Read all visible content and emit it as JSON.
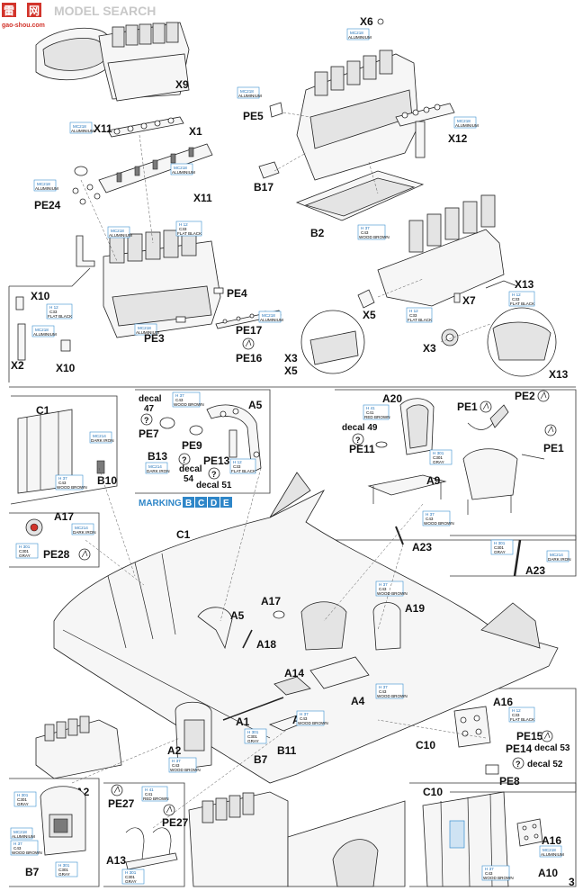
{
  "watermark": {
    "logo_left": "雷",
    "logo_right": "网",
    "text": "MODEL SEARCH",
    "site": "gao-shou.com"
  },
  "page_number": "3",
  "marking_label": "MARKING",
  "marking_letters": [
    "B",
    "C",
    "D",
    "E"
  ],
  "paint": {
    "mc218": {
      "code": "MC218",
      "name": "ALUMINIUM"
    },
    "mc214": {
      "code": "MC214",
      "name": "DARK IRON"
    },
    "h12": {
      "code": "H 12",
      "code2": "C33",
      "name": "FLAT BLACK"
    },
    "h37": {
      "code": "H 37",
      "code2": "C43",
      "name": "WOOD BROWN"
    },
    "h41": {
      "code": "H 41",
      "code2": "C41",
      "name": "RED BROWN"
    },
    "h301": {
      "code": "H 301",
      "code2": "C301",
      "name": "GRAY"
    }
  },
  "labels": {
    "x6": "X6",
    "x9": "X9",
    "x11a": "X11",
    "x1": "X1",
    "x11b": "X11",
    "pe24": "PE24",
    "pe5": "PE5",
    "x12": "X12",
    "b17": "B17",
    "b2": "B2",
    "x10a": "X10",
    "x2": "X2",
    "x10b": "X10",
    "pe4": "PE4",
    "pe3": "PE3",
    "pe17": "PE17",
    "pe16": "PE16",
    "x5a": "X5",
    "x7": "X7",
    "x13a": "X13",
    "x3a": "X3",
    "x5b": "X5",
    "x3b": "X3",
    "x13b": "X13",
    "c1a": "C1",
    "b10": "B10",
    "a5a": "A5",
    "pe7": "PE7",
    "pe9": "PE9",
    "b13": "B13",
    "pe13": "PE13",
    "a20": "A20",
    "pe11": "PE11",
    "pe1a": "PE1",
    "pe2": "PE2",
    "pe1b": "PE1",
    "a9": "A9",
    "a17a": "A17",
    "pe28": "PE28",
    "c1b": "C1",
    "a23a": "A23",
    "a23b": "A23",
    "a5b": "A5",
    "a17b": "A17",
    "a19": "A19",
    "a18": "A18",
    "a14": "A14",
    "a4": "A4",
    "a1": "A1",
    "a13a": "A13",
    "b11": "B11",
    "b7a": "B7",
    "a2a": "A2",
    "c10a": "C10",
    "a16a": "A16",
    "pe15": "PE15",
    "pe14": "PE14",
    "pe8": "PE8",
    "a2b": "A2",
    "b7b": "B7",
    "pe27a": "PE27",
    "pe27b": "PE27",
    "a13b": "A13",
    "c10b": "C10",
    "a16b": "A16",
    "a10": "A10"
  },
  "decals": {
    "d47_word": "decal",
    "d47_num": "47",
    "d49": "decal 49",
    "d54_word": "decal",
    "d54_num": "54",
    "d51": "decal 51",
    "d53": "decal 53",
    "d52": "decal 52"
  },
  "icons": {
    "bend_arrow": "bend-arrow-icon",
    "question": "question-mark-icon"
  },
  "colors": {
    "callout_blue": "#3a8fd0",
    "marking_blue": "#2e86c8",
    "logo_red": "#d2342b"
  }
}
